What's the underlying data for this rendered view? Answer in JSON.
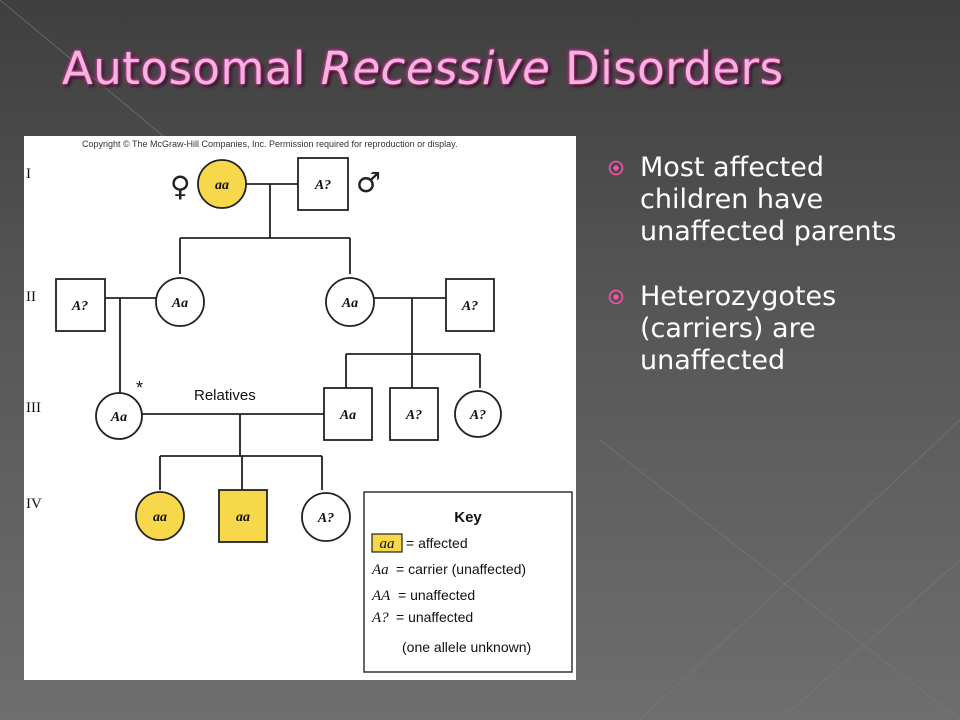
{
  "slide": {
    "title_part1": "Autosomal ",
    "title_part2": "Recessive",
    "title_part3": " Disorders"
  },
  "bullets": [
    {
      "text": "Most affected children have unaffected parents"
    },
    {
      "text": "Heterozygotes (carriers) are unaffected"
    }
  ],
  "pedigree": {
    "copyright": "Copyright © The McGraw-Hill Companies, Inc. Permission required for reproduction or display.",
    "generations": [
      "I",
      "II",
      "III",
      "IV"
    ],
    "female_symbol": "♀",
    "male_symbol": "♂",
    "relatives_label": "Relatives",
    "consanguinity_mark": "*",
    "individuals": [
      {
        "id": "I-1",
        "sex": "female",
        "genotype": "aa",
        "affected": true
      },
      {
        "id": "I-2",
        "sex": "male",
        "genotype": "A?",
        "affected": false
      },
      {
        "id": "II-1",
        "sex": "male",
        "genotype": "A?",
        "affected": false
      },
      {
        "id": "II-2",
        "sex": "female",
        "genotype": "Aa",
        "affected": false
      },
      {
        "id": "II-3",
        "sex": "female",
        "genotype": "Aa",
        "affected": false
      },
      {
        "id": "II-4",
        "sex": "male",
        "genotype": "A?",
        "affected": false
      },
      {
        "id": "III-1",
        "sex": "female",
        "genotype": "Aa",
        "affected": false
      },
      {
        "id": "III-2",
        "sex": "male",
        "genotype": "Aa",
        "affected": false
      },
      {
        "id": "III-3",
        "sex": "male",
        "genotype": "A?",
        "affected": false
      },
      {
        "id": "III-4",
        "sex": "female",
        "genotype": "A?",
        "affected": false
      },
      {
        "id": "IV-1",
        "sex": "female",
        "genotype": "aa",
        "affected": true
      },
      {
        "id": "IV-2",
        "sex": "male",
        "genotype": "aa",
        "affected": true
      },
      {
        "id": "IV-3",
        "sex": "female",
        "genotype": "A?",
        "affected": false
      }
    ],
    "key": {
      "title": "Key",
      "items": [
        {
          "symbol": "aa",
          "label": "= affected"
        },
        {
          "symbol": "Aa",
          "label": "= carrier (unaffected)"
        },
        {
          "symbol": "AA",
          "label": "= unaffected"
        },
        {
          "symbol": "A?",
          "label": "= unaffected"
        }
      ],
      "note": "(one allele unknown)"
    }
  },
  "colors": {
    "title": "#f0b6de",
    "title_glow": "#d8279a",
    "affected_fill": "#f7d84a",
    "bullet_icon": "#ff4fb0",
    "text": "#ffffff"
  }
}
